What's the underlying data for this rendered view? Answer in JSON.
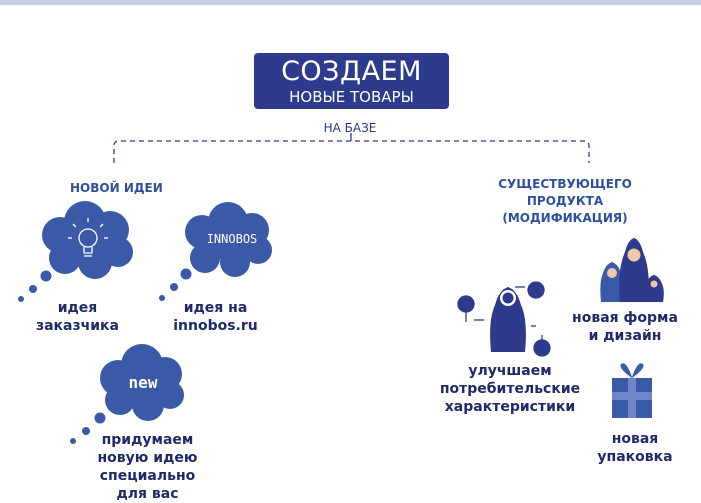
{
  "title": {
    "main": "СОЗДАЕМ",
    "sub": "НОВЫЕ ТОВАРЫ"
  },
  "base_label": "НА БАЗЕ",
  "left_branch": {
    "title": "НОВОЙ ИДЕИ",
    "items": [
      {
        "label": "идея\nзаказчика",
        "icon": "lightbulb-icon"
      },
      {
        "label": "идея на\ninnobos.ru",
        "icon_text": "INNOBOS"
      },
      {
        "label": "придумаем\nновую идею\nспециально\nдля вас",
        "icon_text": "new"
      }
    ]
  },
  "right_branch": {
    "title": "СУЩЕСТВУЮЩЕГО\nПРОДУКТА\n(МОДИФИКАЦИЯ)",
    "items": [
      {
        "label": "улучшаем\nпотребительские\nхарактеристики",
        "icon": "matryoshka-icon"
      },
      {
        "label": "новая форма\nи дизайн",
        "icon": "matryoshka-family-icon"
      },
      {
        "label": "новая\nупаковка",
        "icon": "gift-box-icon"
      }
    ]
  },
  "colors": {
    "dark_blue": "#2e3a8c",
    "cloud": "#3a5aa8",
    "text": "#1f2a6b"
  }
}
